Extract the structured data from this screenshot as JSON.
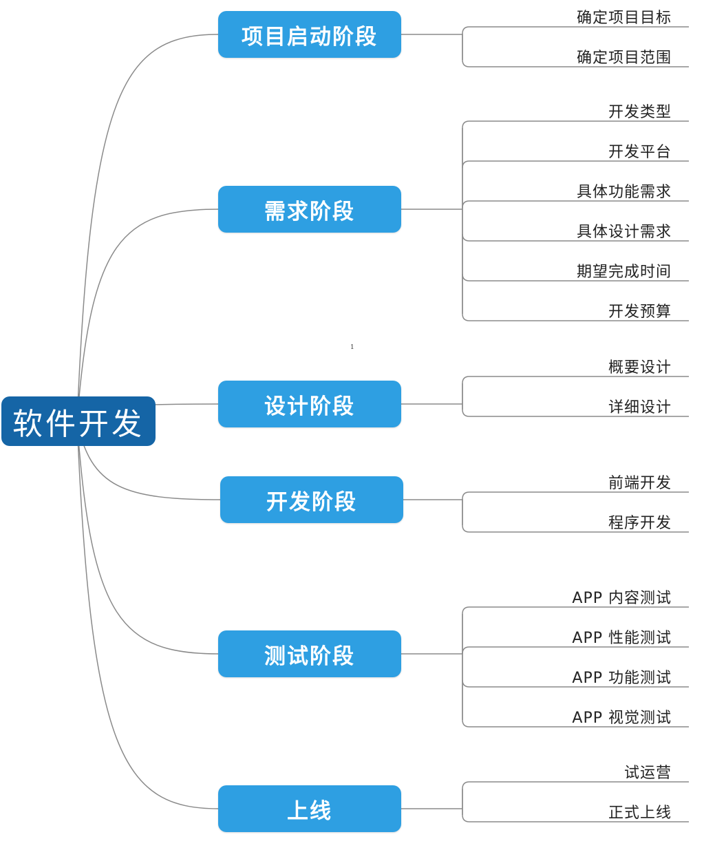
{
  "root": "软件开发",
  "page_number": "1",
  "stages": [
    {
      "label": "项目启动阶段",
      "items": [
        "确定项目目标",
        "确定项目范围"
      ]
    },
    {
      "label": "需求阶段",
      "items": [
        "开发类型",
        "开发平台",
        "具体功能需求",
        "具体设计需求",
        "期望完成时间",
        "开发预算"
      ]
    },
    {
      "label": "设计阶段",
      "items": [
        "概要设计",
        "详细设计"
      ]
    },
    {
      "label": "开发阶段",
      "items": [
        "前端开发",
        "程序开发"
      ]
    },
    {
      "label": "测试阶段",
      "items": [
        "APP 内容测试",
        "APP 性能测试",
        "APP 功能测试",
        "APP 视觉测试"
      ]
    },
    {
      "label": "上线",
      "items": [
        "试运营",
        "正式上线"
      ]
    }
  ],
  "colors": {
    "root": "#1565a6",
    "stage": "#2e9fe2",
    "line": "#8a8a8a"
  }
}
